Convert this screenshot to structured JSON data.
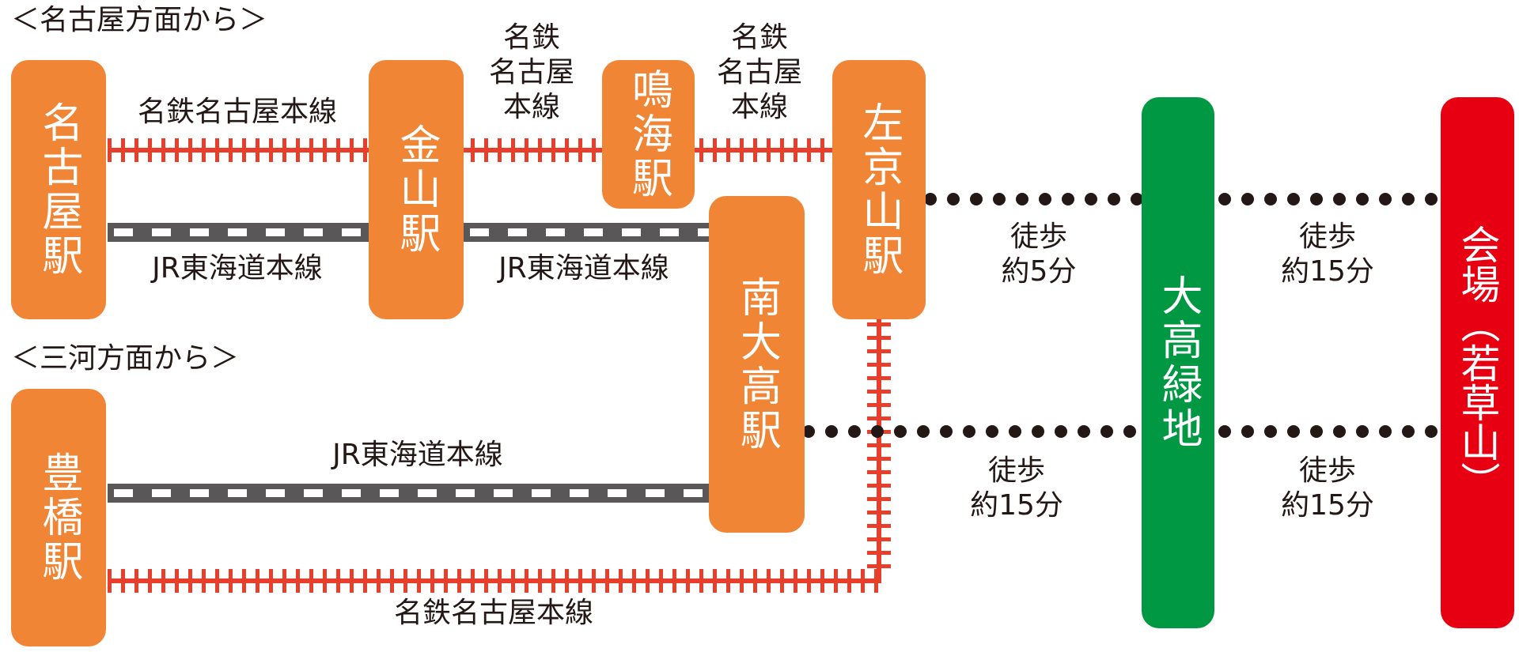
{
  "headings": {
    "nagoya": "＜名古屋方面から＞",
    "mikawa": "＜三河方面から＞"
  },
  "stations": {
    "nagoya": "名古屋駅",
    "kanayama": "金山駅",
    "narumi": "鳴海駅",
    "sakyoyama": "左京山駅",
    "minami_odaka": "南大高駅",
    "toyohashi": "豊橋駅",
    "odaka_ryokuchi": "大高緑地",
    "venue": "会場（若草山）"
  },
  "lines": {
    "meitetsu": "名鉄名古屋本線",
    "meitetsu_stack": [
      "名鉄",
      "名古屋",
      "本線"
    ],
    "jr": "JR東海道本線"
  },
  "walk": {
    "sakyoyama_to_park": [
      "徒歩",
      "約5分"
    ],
    "park_to_venue_top": [
      "徒歩",
      "約15分"
    ],
    "minami_to_park": [
      "徒歩",
      "約15分"
    ],
    "park_to_venue_bottom": [
      "徒歩",
      "約15分"
    ]
  },
  "colors": {
    "station": "#ef8535",
    "park": "#009842",
    "venue": "#e60012",
    "meitetsu_line": "#e83f2d",
    "jr_line": "#595757",
    "walk_dots": "#231815"
  }
}
